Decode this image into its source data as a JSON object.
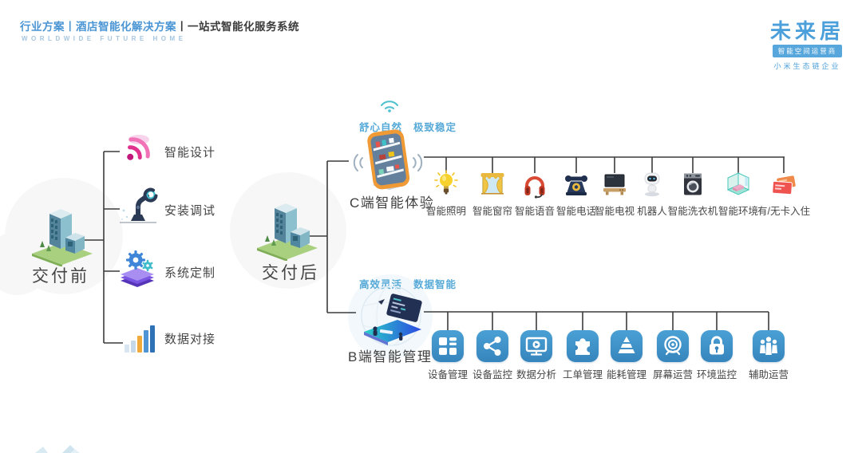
{
  "header": {
    "title_primary": "行业方案丨酒店智能化解决方案",
    "title_secondary": "丨一站式智能化服务系统",
    "subtitle": "WORLDWIDE FUTURE HOME"
  },
  "brand": {
    "logo_text": "未来居",
    "tagline_box": "智能空间运营商",
    "tagline": "小米生态链企业"
  },
  "pre_delivery": {
    "node_label": "交付前",
    "items": [
      {
        "label": "智能设计",
        "icon": "wifi-design-icon"
      },
      {
        "label": "安装调试",
        "icon": "robot-arm-icon"
      },
      {
        "label": "系统定制",
        "icon": "gears-layers-icon"
      },
      {
        "label": "数据对接",
        "icon": "bar-chart-icon"
      }
    ]
  },
  "post_delivery": {
    "node_label": "交付后"
  },
  "c_branch": {
    "tagline_first": "舒心自然",
    "tagline_second": "极致稳定",
    "node_label": "C端智能体验",
    "items": [
      {
        "label": "智能照明",
        "icon": "smart-lighting-icon"
      },
      {
        "label": "智能窗帘",
        "icon": "smart-curtain-icon"
      },
      {
        "label": "智能语音",
        "icon": "smart-voice-icon"
      },
      {
        "label": "智能电话",
        "icon": "smart-phone-icon"
      },
      {
        "label": "智能电视",
        "icon": "smart-tv-icon"
      },
      {
        "label": "机器人",
        "icon": "robot-icon"
      },
      {
        "label": "智能洗衣机",
        "icon": "smart-washer-icon"
      },
      {
        "label": "智能环境",
        "icon": "smart-environment-icon"
      },
      {
        "label": "有/无卡入住",
        "icon": "card-checkin-icon"
      }
    ]
  },
  "b_branch": {
    "tagline_first": "高效灵活",
    "tagline_second": "数据智能",
    "node_label": "B端智能管理",
    "items": [
      {
        "label": "设备管理",
        "icon": "device-management-icon"
      },
      {
        "label": "设备监控",
        "icon": "device-monitoring-icon"
      },
      {
        "label": "数据分析",
        "icon": "data-analysis-icon"
      },
      {
        "label": "工单管理",
        "icon": "work-order-icon"
      },
      {
        "label": "能耗管理",
        "icon": "energy-management-icon"
      },
      {
        "label": "屏幕运营",
        "icon": "screen-operation-icon"
      },
      {
        "label": "环境监控",
        "icon": "environment-monitoring-icon"
      },
      {
        "label": "辅助运营",
        "icon": "assist-operation-icon"
      }
    ]
  },
  "colors": {
    "accent_blue": "#4a95d3",
    "tagline_blue": "#57aad8",
    "icon_tile_blue": "#3f93c8",
    "connector": "#3c3c3c"
  }
}
